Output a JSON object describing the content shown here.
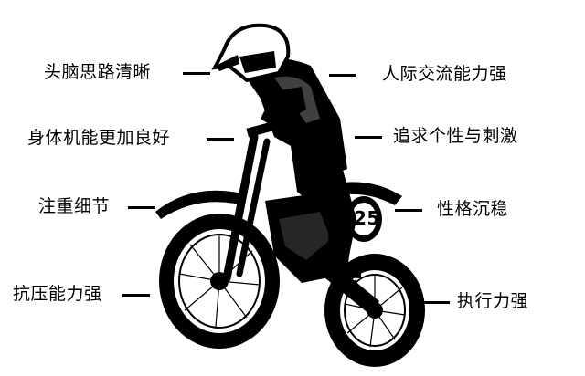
{
  "left_labels": [
    "头脑思路清晰",
    "身体机能更加良好",
    "注重细节",
    "抗压能力强"
  ],
  "right_labels": [
    "人际交流能力强",
    "追求个性与刺激",
    "性格沉稳",
    "执行力强"
  ],
  "bike_number": "25",
  "colors": {
    "ink": "#000000",
    "paper": "#ffffff"
  }
}
